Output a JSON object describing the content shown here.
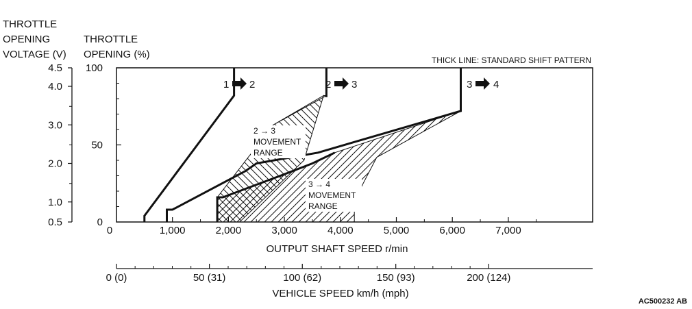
{
  "labels": {
    "voltage_axis": [
      "THROTTLE",
      "OPENING",
      "VOLTAGE (V)"
    ],
    "throttle_axis": [
      "THROTTLE",
      "OPENING (%)"
    ],
    "legend_note": "THICK LINE: STANDARD SHIFT PATTERN",
    "x_axis_title": "OUTPUT SHAFT SPEED r/min",
    "vehicle_axis_title": "VEHICLE SPEED km/h (mph)",
    "movement_23": [
      "2 → 3",
      "MOVEMENT",
      "RANGE"
    ],
    "movement_34": [
      "3 → 4",
      "MOVEMENT",
      "RANGE"
    ],
    "shift_12": {
      "from": "1",
      "to": "2"
    },
    "shift_23": {
      "from": "2",
      "to": "3"
    },
    "shift_34": {
      "from": "3",
      "to": "4"
    },
    "figure_id": "AC500232 AB"
  },
  "chart_data": {
    "type": "line",
    "title": "",
    "xlabel": "OUTPUT SHAFT SPEED r/min",
    "ylabel": "THROTTLE OPENING (%)",
    "xlim": [
      0,
      8200
    ],
    "ylim": [
      0,
      100
    ],
    "x_ticks": [
      0,
      1000,
      2000,
      3000,
      4000,
      5000,
      6000,
      7000
    ],
    "x_tick_labels": [
      "0",
      "1,000",
      "2,000",
      "3,000",
      "4,000",
      "5,000",
      "6,000",
      "7,000"
    ],
    "y_ticks": [
      0,
      50,
      100
    ],
    "y_tick_labels": [
      "0",
      "50",
      "100"
    ],
    "voltage_ticks": [
      {
        "label": "0.5",
        "pct": 0
      },
      {
        "label": "1.0",
        "pct": 13
      },
      {
        "label": "2.0",
        "pct": 38
      },
      {
        "label": "3.0",
        "pct": 63
      },
      {
        "label": "4.0",
        "pct": 88
      },
      {
        "label": "4.5",
        "pct": 100
      }
    ],
    "vehicle_speed_ticks": [
      {
        "label": "0 (0)",
        "rpm": 0
      },
      {
        "label": "50 (31)",
        "rpm": 1660
      },
      {
        "label": "100 (62)",
        "rpm": 3320
      },
      {
        "label": "150 (93)",
        "rpm": 4990
      },
      {
        "label": "200 (124)",
        "rpm": 6650
      }
    ],
    "series": [
      {
        "x": [
          500,
          500,
          2100,
          2100
        ],
        "y": [
          0,
          4,
          82,
          100
        ]
      },
      {
        "x": [
          3750,
          3750
        ],
        "y": [
          81,
          100
        ]
      },
      {
        "x": [
          900,
          900,
          1000,
          2300,
          2500,
          3600,
          6150,
          6150
        ],
        "y": [
          0,
          8,
          8,
          33,
          38,
          45,
          72,
          100
        ]
      },
      {
        "x": [
          1800,
          1800,
          1900,
          3000,
          3500,
          3900
        ],
        "y": [
          0,
          16,
          16,
          31,
          38,
          45
        ]
      }
    ],
    "movement_ranges": [
      {
        "name": "2 → 3 MOVEMENT RANGE",
        "hatch": "backward",
        "x": [
          2800,
          3700,
          3750,
          2800,
          1800,
          1800,
          2200,
          3350,
          3700
        ],
        "y": [
          63,
          82,
          82,
          63,
          16,
          0,
          0,
          40,
          82
        ]
      },
      {
        "name": "3 → 4 MOVEMENT RANGE",
        "hatch": "forward",
        "x": [
          1800,
          1900,
          3000,
          3500,
          3900,
          6150,
          4650,
          4250,
          4250,
          1800
        ],
        "y": [
          16,
          16,
          31,
          38,
          45,
          72,
          42,
          14,
          0,
          0
        ]
      }
    ]
  }
}
